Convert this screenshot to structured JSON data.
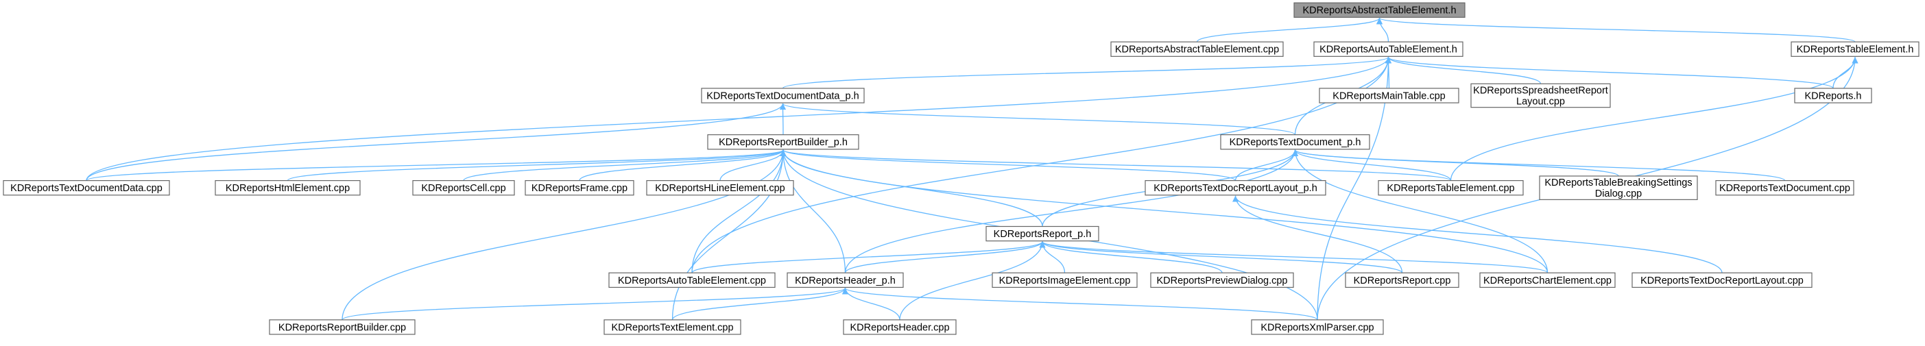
{
  "root": "KDReportsAbstractTableElement.h",
  "nodes": [
    {
      "id": "n0",
      "lines": [
        "KDReportsAbstractTableElement.h"
      ],
      "root": true
    },
    {
      "id": "n1",
      "lines": [
        "KDReportsAbstractTableElement.cpp"
      ]
    },
    {
      "id": "n2",
      "lines": [
        "KDReportsAutoTableElement.h"
      ]
    },
    {
      "id": "n3",
      "lines": [
        "KDReportsTableElement.h"
      ]
    },
    {
      "id": "n4",
      "lines": [
        "KDReportsTextDocumentData_p.h"
      ]
    },
    {
      "id": "n5",
      "lines": [
        "KDReportsMainTable.cpp"
      ]
    },
    {
      "id": "n6",
      "lines": [
        "KDReportsSpreadsheetReport",
        "Layout.cpp"
      ]
    },
    {
      "id": "n7",
      "lines": [
        "KDReports.h"
      ]
    },
    {
      "id": "n8",
      "lines": [
        "KDReportsReportBuilder_p.h"
      ]
    },
    {
      "id": "n9",
      "lines": [
        "KDReportsTextDocument_p.h"
      ]
    },
    {
      "id": "n10",
      "lines": [
        "KDReportsTextDocumentData.cpp"
      ]
    },
    {
      "id": "n11",
      "lines": [
        "KDReportsHtmlElement.cpp"
      ]
    },
    {
      "id": "n12",
      "lines": [
        "KDReportsCell.cpp"
      ]
    },
    {
      "id": "n13",
      "lines": [
        "KDReportsFrame.cpp"
      ]
    },
    {
      "id": "n14",
      "lines": [
        "KDReportsHLineElement.cpp"
      ]
    },
    {
      "id": "n15",
      "lines": [
        "KDReportsTextDocReportLayout_p.h"
      ]
    },
    {
      "id": "n16",
      "lines": [
        "KDReportsTableElement.cpp"
      ]
    },
    {
      "id": "n17",
      "lines": [
        "KDReportsTableBreakingSettings",
        "Dialog.cpp"
      ]
    },
    {
      "id": "n18",
      "lines": [
        "KDReportsTextDocument.cpp"
      ]
    },
    {
      "id": "n19",
      "lines": [
        "KDReportsReport_p.h"
      ]
    },
    {
      "id": "n20",
      "lines": [
        "KDReportsAutoTableElement.cpp"
      ]
    },
    {
      "id": "n21",
      "lines": [
        "KDReportsHeader_p.h"
      ]
    },
    {
      "id": "n22",
      "lines": [
        "KDReportsImageElement.cpp"
      ]
    },
    {
      "id": "n23",
      "lines": [
        "KDReportsPreviewDialog.cpp"
      ]
    },
    {
      "id": "n24",
      "lines": [
        "KDReportsReport.cpp"
      ]
    },
    {
      "id": "n25",
      "lines": [
        "KDReportsChartElement.cpp"
      ]
    },
    {
      "id": "n26",
      "lines": [
        "KDReportsTextDocReportLayout.cpp"
      ]
    },
    {
      "id": "n27",
      "lines": [
        "KDReportsReportBuilder.cpp"
      ]
    },
    {
      "id": "n28",
      "lines": [
        "KDReportsTextElement.cpp"
      ]
    },
    {
      "id": "n29",
      "lines": [
        "KDReportsHeader.cpp"
      ]
    },
    {
      "id": "n30",
      "lines": [
        "KDReportsXmlParser.cpp"
      ]
    }
  ],
  "edges": [
    [
      "n0",
      "n1"
    ],
    [
      "n0",
      "n2"
    ],
    [
      "n0",
      "n3"
    ],
    [
      "n2",
      "n4"
    ],
    [
      "n2",
      "n5"
    ],
    [
      "n2",
      "n6"
    ],
    [
      "n2",
      "n7"
    ],
    [
      "n2",
      "n9"
    ],
    [
      "n2",
      "n10"
    ],
    [
      "n2",
      "n20"
    ],
    [
      "n2",
      "n30"
    ],
    [
      "n3",
      "n7"
    ],
    [
      "n3",
      "n16"
    ],
    [
      "n3",
      "n30"
    ],
    [
      "n4",
      "n8"
    ],
    [
      "n4",
      "n9"
    ],
    [
      "n4",
      "n10"
    ],
    [
      "n8",
      "n10"
    ],
    [
      "n8",
      "n11"
    ],
    [
      "n8",
      "n12"
    ],
    [
      "n8",
      "n13"
    ],
    [
      "n8",
      "n14"
    ],
    [
      "n8",
      "n15"
    ],
    [
      "n8",
      "n16"
    ],
    [
      "n8",
      "n19"
    ],
    [
      "n8",
      "n20"
    ],
    [
      "n8",
      "n21"
    ],
    [
      "n8",
      "n25"
    ],
    [
      "n8",
      "n27"
    ],
    [
      "n8",
      "n28"
    ],
    [
      "n8",
      "n30"
    ],
    [
      "n9",
      "n15"
    ],
    [
      "n9",
      "n16"
    ],
    [
      "n9",
      "n17"
    ],
    [
      "n9",
      "n18"
    ],
    [
      "n9",
      "n19"
    ],
    [
      "n9",
      "n21"
    ],
    [
      "n9",
      "n25"
    ],
    [
      "n15",
      "n24"
    ],
    [
      "n15",
      "n26"
    ],
    [
      "n19",
      "n20"
    ],
    [
      "n19",
      "n21"
    ],
    [
      "n19",
      "n22"
    ],
    [
      "n19",
      "n23"
    ],
    [
      "n19",
      "n24"
    ],
    [
      "n19",
      "n25"
    ],
    [
      "n19",
      "n29"
    ],
    [
      "n21",
      "n27"
    ],
    [
      "n21",
      "n28"
    ],
    [
      "n21",
      "n29"
    ],
    [
      "n21",
      "n30"
    ]
  ]
}
